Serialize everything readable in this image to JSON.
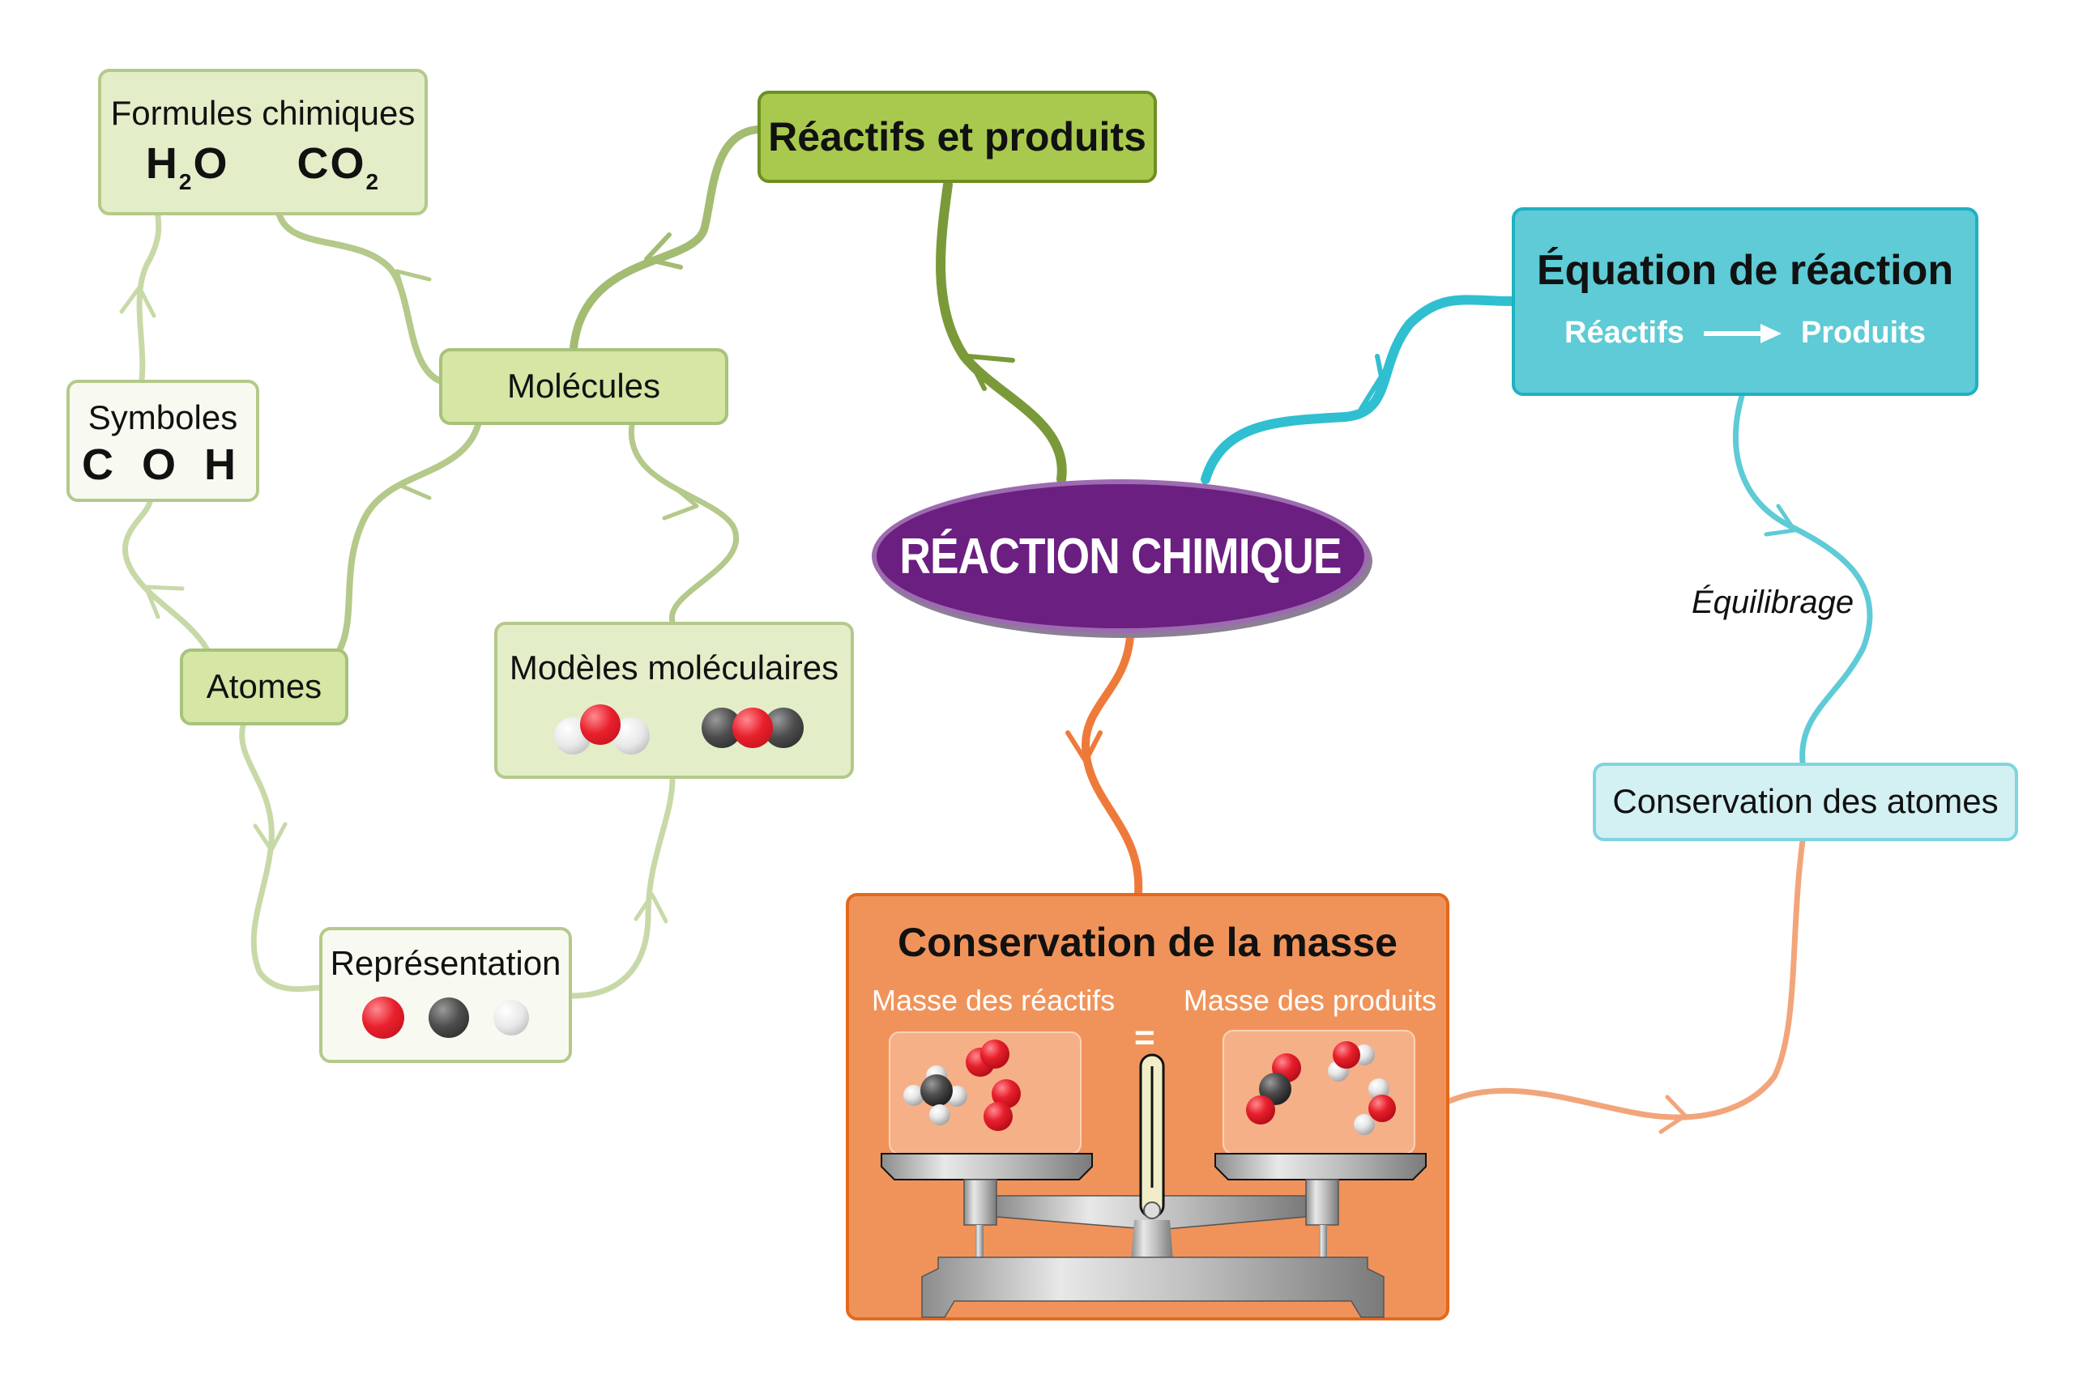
{
  "diagram": {
    "type": "mind-map",
    "center": {
      "label": "RÉACTION CHIMIQUE",
      "color": "#6b1f80"
    },
    "nodes": {
      "reactifs_produits": {
        "label": "Réactifs et produits",
        "color": "#a9c94e"
      },
      "molecules": {
        "label": "Molécules"
      },
      "formules": {
        "label": "Formules chimiques",
        "formula1_main": "H",
        "formula1_sub": "2",
        "formula1_end": "O",
        "formula2_main": "CO",
        "formula2_sub": "2"
      },
      "symboles": {
        "label": "Symboles",
        "symbols": "C O H"
      },
      "atomes": {
        "label": "Atomes"
      },
      "modeles": {
        "label": "Modèles moléculaires",
        "molecules": [
          "H2O",
          "CO2"
        ]
      },
      "representation": {
        "label": "Représentation",
        "atom_colors": [
          "red",
          "dark-grey",
          "white"
        ]
      },
      "equation": {
        "label": "Équation de réaction",
        "reactants": "Réactifs",
        "products": "Produits",
        "color": "#5ecbd6"
      },
      "equilibrage": {
        "label": "Équilibrage"
      },
      "conservation_atomes": {
        "label": "Conservation des atomes"
      },
      "conservation_masse": {
        "label": "Conservation de la masse",
        "left_label": "Masse des réactifs",
        "right_label": "Masse des produits",
        "equals": "=",
        "color": "#f0935a"
      }
    },
    "edges": [
      {
        "from": "RÉACTION CHIMIQUE",
        "to": "Réactifs et produits"
      },
      {
        "from": "RÉACTION CHIMIQUE",
        "to": "Équation de réaction"
      },
      {
        "from": "RÉACTION CHIMIQUE",
        "to": "Conservation de la masse"
      },
      {
        "from": "Réactifs et produits",
        "to": "Molécules"
      },
      {
        "from": "Molécules",
        "to": "Formules chimiques"
      },
      {
        "from": "Molécules",
        "to": "Modèles moléculaires"
      },
      {
        "from": "Molécules",
        "to": "Atomes"
      },
      {
        "from": "Atomes",
        "to": "Symboles"
      },
      {
        "from": "Symboles",
        "to": "Formules chimiques"
      },
      {
        "from": "Atomes",
        "to": "Représentation"
      },
      {
        "from": "Représentation",
        "to": "Modèles moléculaires"
      },
      {
        "from": "Équation de réaction",
        "to": "Conservation des atomes",
        "label": "Équilibrage"
      },
      {
        "from": "Conservation de la masse",
        "to": "Conservation des atomes"
      }
    ]
  }
}
